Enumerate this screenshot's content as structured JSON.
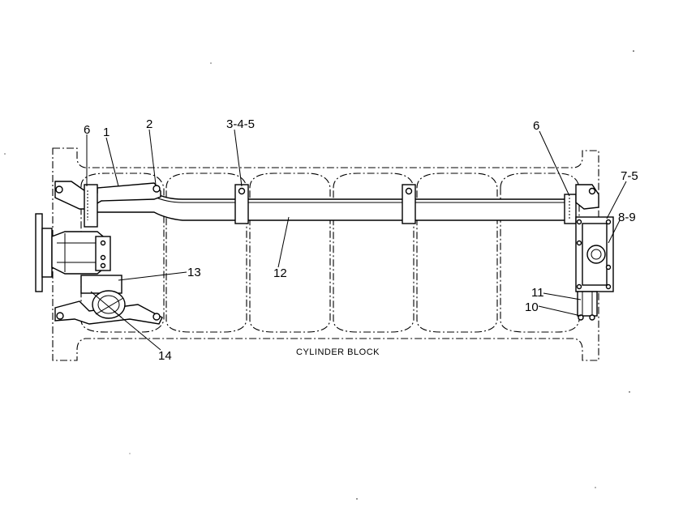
{
  "callouts": {
    "c6_left": "6",
    "c1": "1",
    "c2": "2",
    "c345": "3-4-5",
    "c6_right": "6",
    "c75": "7-5",
    "c89": "8-9",
    "c13": "13",
    "c12": "12",
    "c11": "11",
    "c10": "10",
    "c14": "14"
  },
  "caption": "CYLINDER BLOCK",
  "colors": {
    "line": "#000000",
    "background": "#ffffff"
  }
}
